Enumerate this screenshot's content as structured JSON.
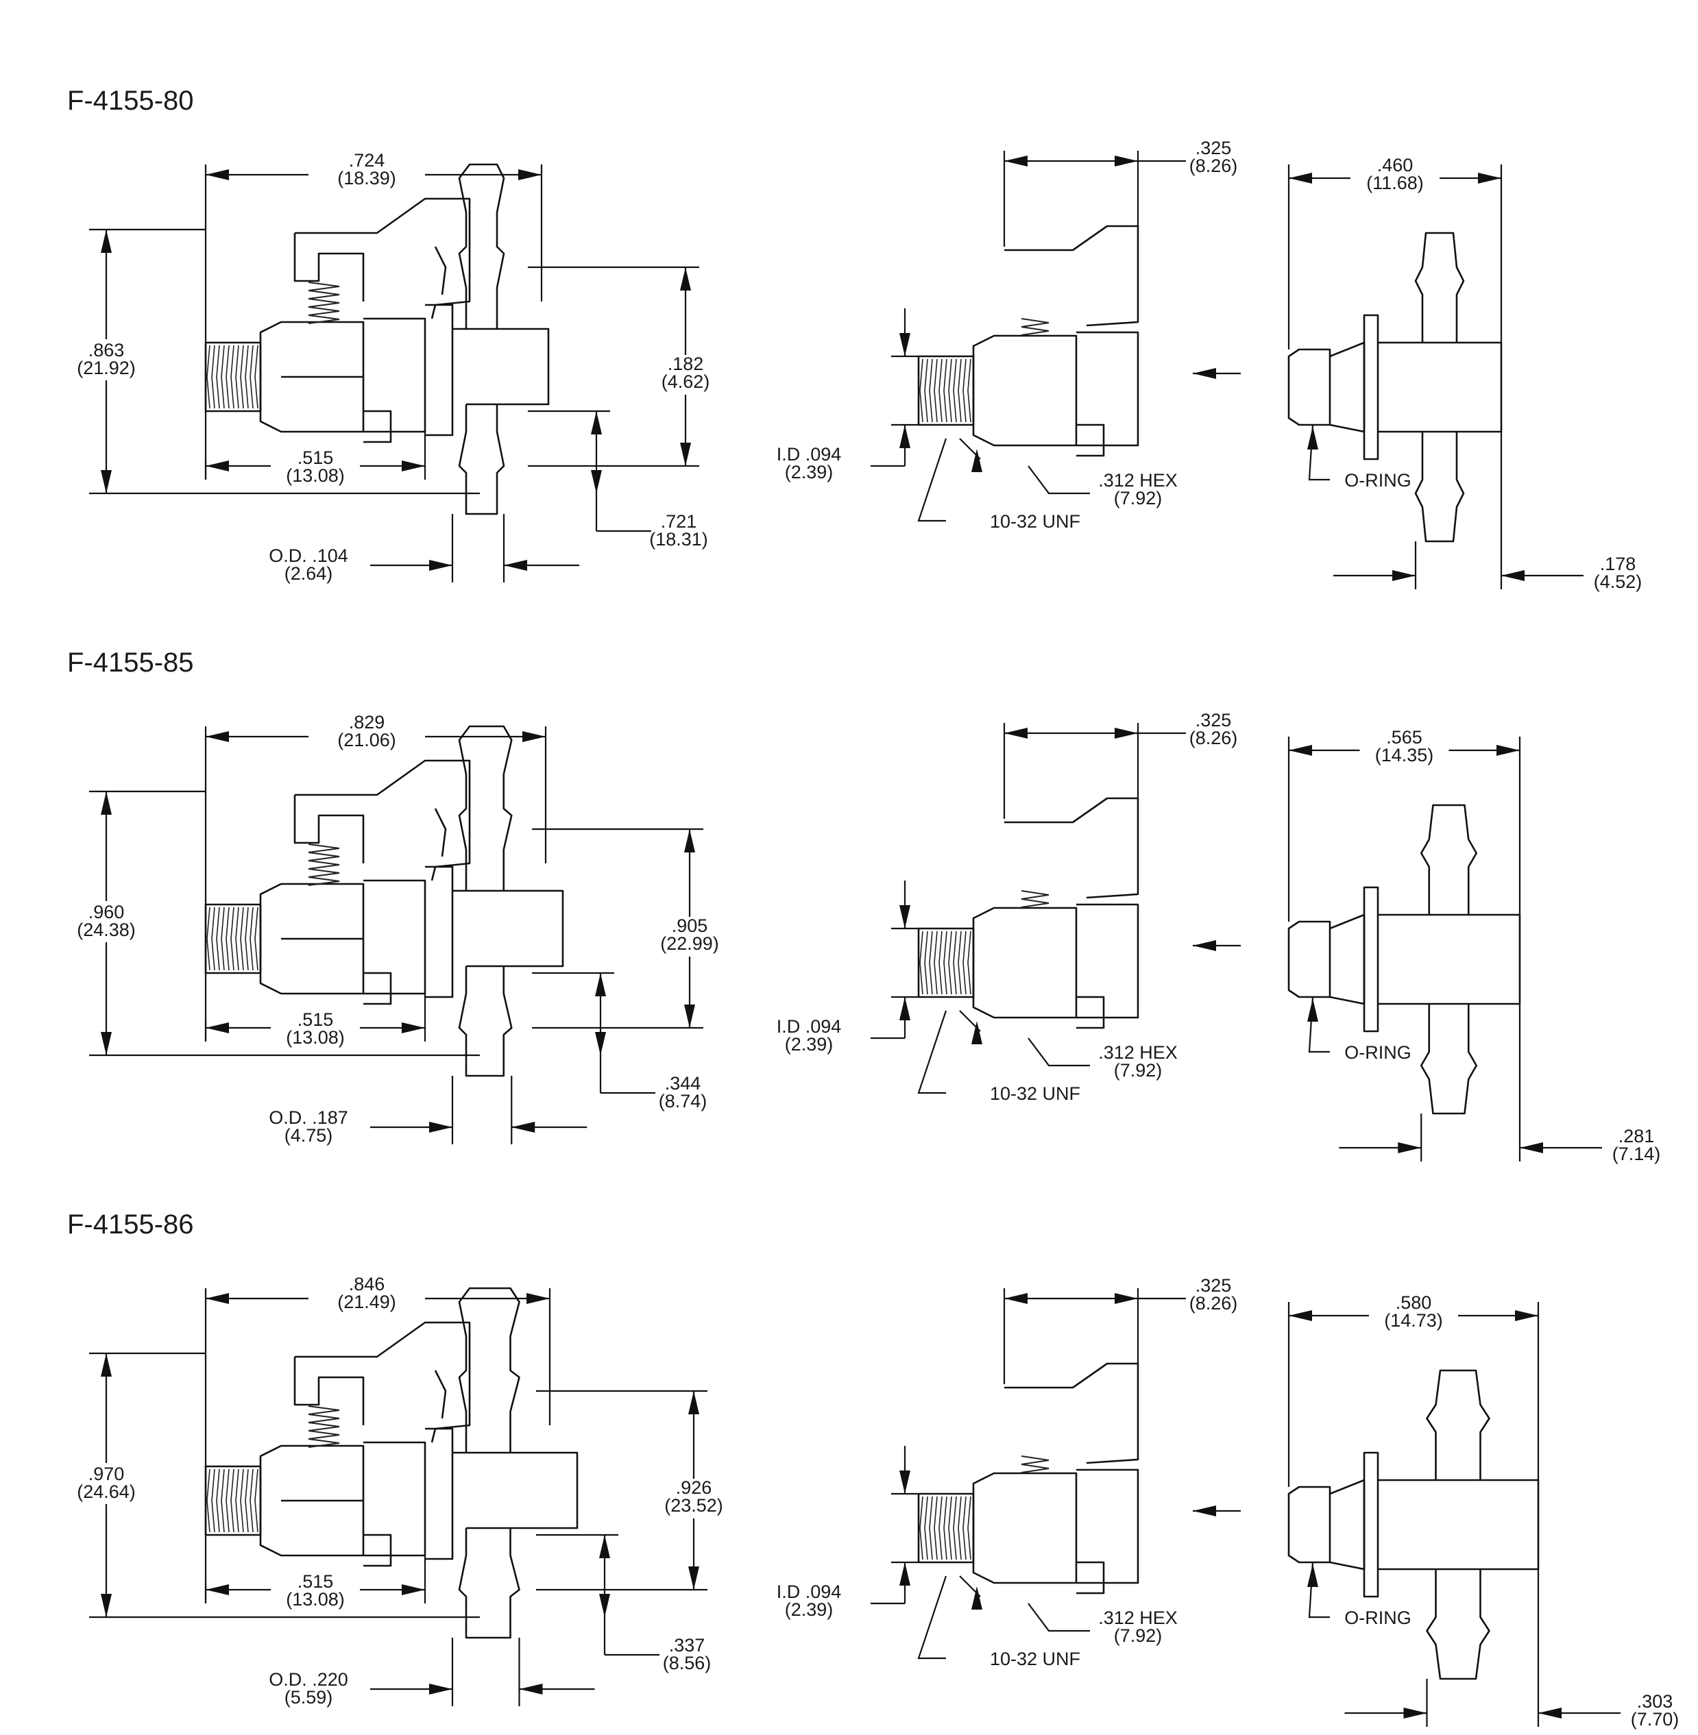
{
  "sections": [
    {
      "title": "F-4155-80",
      "dims": {
        "overall_length": [
          ".724",
          "(18.39)"
        ],
        "overall_height": [
          ".863",
          "(21.92)"
        ],
        "barb_height": [
          ".182",
          "(4.62)"
        ],
        "thread_length": [
          ".515",
          "(13.08)"
        ],
        "center_height": [
          ".721",
          "(18.31)"
        ],
        "barb_od": [
          "O.D. .104",
          "(2.64)"
        ],
        "valve_length": [
          ".325",
          "(8.26)"
        ],
        "fitting_length": [
          ".460",
          "(11.68)"
        ],
        "id": [
          "I.D .094",
          "(2.39)"
        ],
        "hex": [
          ".312 HEX",
          "(7.92)"
        ],
        "thread": "10-32 UNF",
        "oring": "O-RING",
        "barb_width": [
          ".178",
          "(4.52)"
        ]
      }
    },
    {
      "title": "F-4155-85",
      "dims": {
        "overall_length": [
          ".829",
          "(21.06)"
        ],
        "overall_height": [
          ".960",
          "(24.38)"
        ],
        "barb_height": [
          ".905",
          "(22.99)"
        ],
        "thread_length": [
          ".515",
          "(13.08)"
        ],
        "center_height": [
          ".344",
          "(8.74)"
        ],
        "barb_od": [
          "O.D. .187",
          "(4.75)"
        ],
        "valve_length": [
          ".325",
          "(8.26)"
        ],
        "fitting_length": [
          ".565",
          "(14.35)"
        ],
        "id": [
          "I.D .094",
          "(2.39)"
        ],
        "hex": [
          ".312 HEX",
          "(7.92)"
        ],
        "thread": "10-32 UNF",
        "oring": "O-RING",
        "barb_width": [
          ".281",
          "(7.14)"
        ]
      }
    },
    {
      "title": "F-4155-86",
      "dims": {
        "overall_length": [
          ".846",
          "(21.49)"
        ],
        "overall_height": [
          ".970",
          "(24.64)"
        ],
        "barb_height": [
          ".926",
          "(23.52)"
        ],
        "thread_length": [
          ".515",
          "(13.08)"
        ],
        "center_height": [
          ".337",
          "(8.56)"
        ],
        "barb_od": [
          "O.D. .220",
          "(5.59)"
        ],
        "valve_length": [
          ".325",
          "(8.26)"
        ],
        "fitting_length": [
          ".580",
          "(14.73)"
        ],
        "id": [
          "I.D .094",
          "(2.39)"
        ],
        "hex": [
          ".312 HEX",
          "(7.92)"
        ],
        "thread": "10-32 UNF",
        "oring": "O-RING",
        "barb_width": [
          ".303",
          "(7.70)"
        ]
      }
    }
  ]
}
